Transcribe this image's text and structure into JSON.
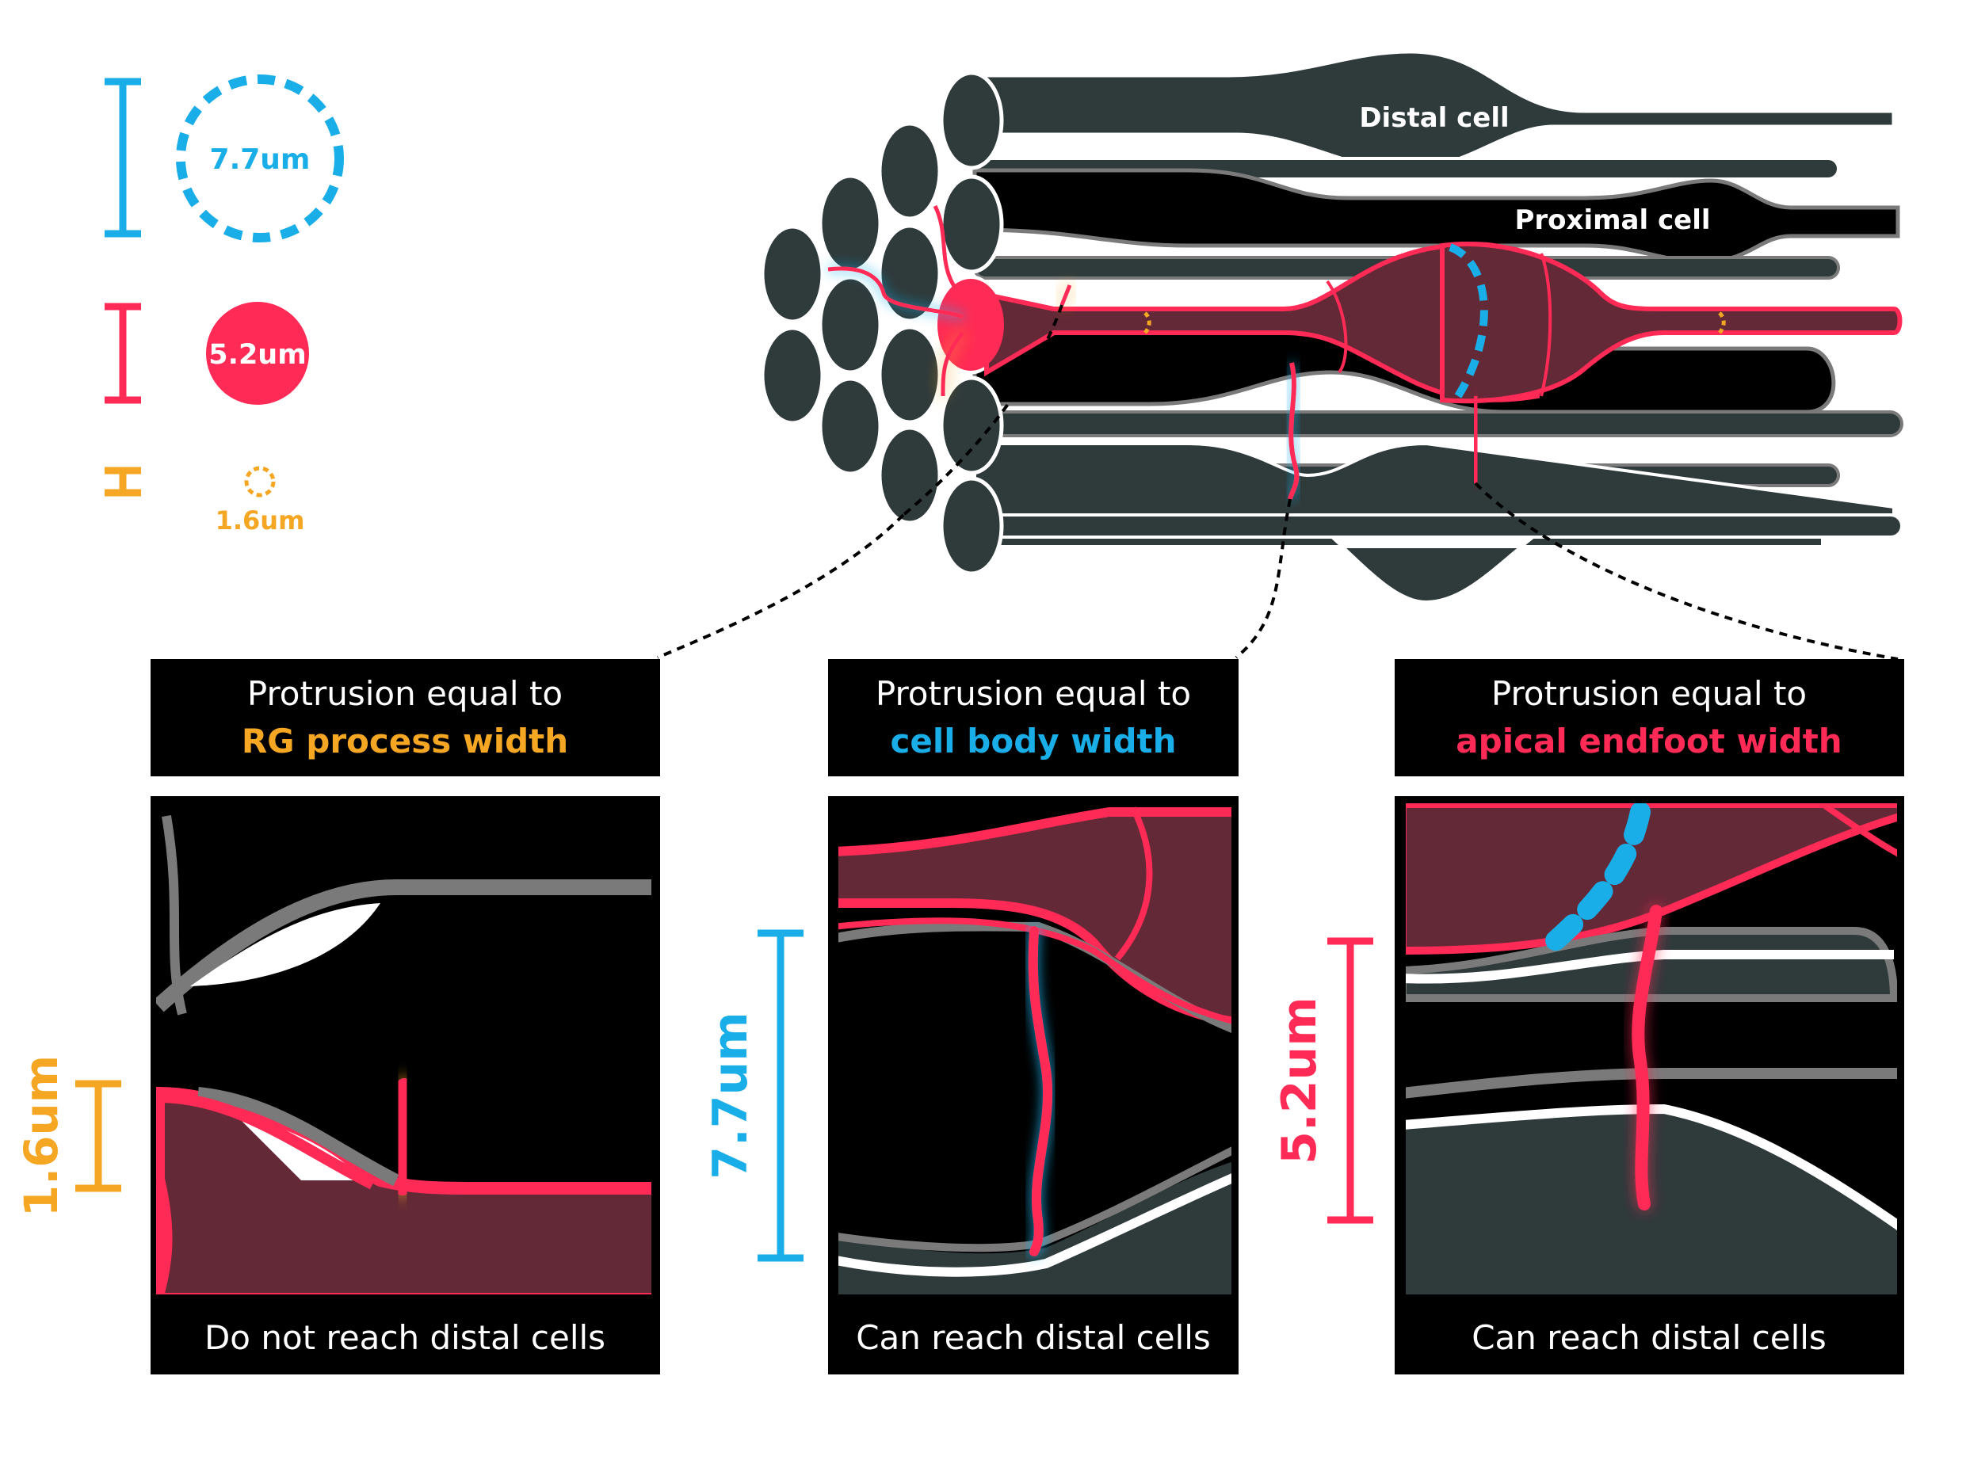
{
  "colors": {
    "cyan": "#1aaee8",
    "pink": "#ff2a55",
    "orange": "#f5a623",
    "dark_cell": "#2f3a3b",
    "inside_cell": "#632936",
    "black": "#000000"
  },
  "legend": {
    "cell_body_label": "7.7um",
    "endfoot_label": "5.2um",
    "process_label": "1.6um"
  },
  "diagram": {
    "distal_label": "Distal cell",
    "proximal_label": "Proximal cell"
  },
  "panels": [
    {
      "title_line1": "Protrusion equal to",
      "title_line2": "RG process width",
      "highlight_color": "orange",
      "scale_label": "1.6um",
      "caption": "Do not reach distal cells"
    },
    {
      "title_line1": "Protrusion equal to",
      "title_line2": "cell body width",
      "highlight_color": "cyan",
      "scale_label": "7.7um",
      "caption": "Can reach distal cells"
    },
    {
      "title_line1": "Protrusion equal to",
      "title_line2": "apical endfoot width",
      "highlight_color": "pink",
      "scale_label": "5.2um",
      "caption": "Can reach distal cells"
    }
  ]
}
